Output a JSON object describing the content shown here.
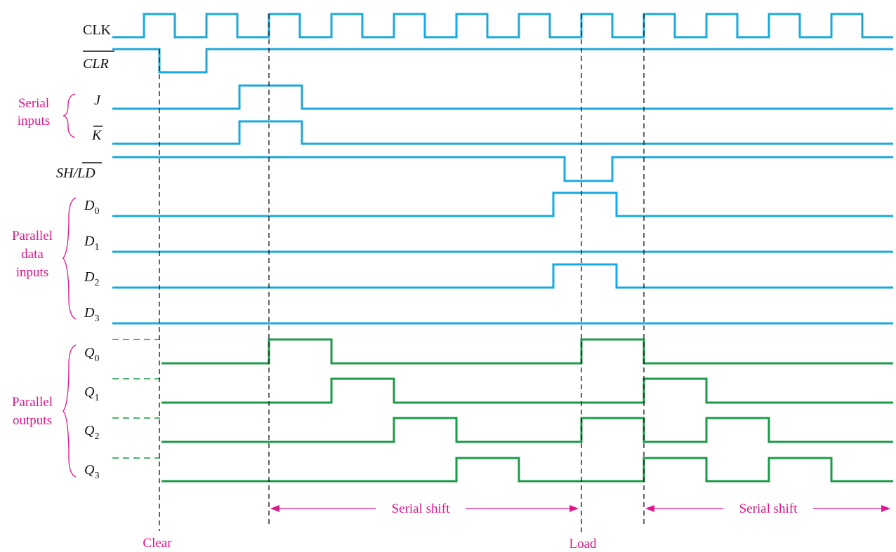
{
  "colors": {
    "input_wave": "#1aa9dc",
    "output_wave": "#1b9a47",
    "annotation": "#e0148c",
    "text": "#111111"
  },
  "signals": [
    {
      "key": "clk",
      "label": "CLK",
      "sub": "",
      "style": "plain"
    },
    {
      "key": "clr",
      "label": "CLR",
      "sub": "",
      "style": "overbar"
    },
    {
      "key": "j",
      "label": "J",
      "sub": "",
      "style": "italic"
    },
    {
      "key": "kbar",
      "label": "K",
      "sub": "",
      "style": "overbar"
    },
    {
      "key": "shld",
      "label_a": "SH/",
      "label_b": "LD",
      "style": "split-overbar"
    },
    {
      "key": "d0",
      "label": "D",
      "sub": "0",
      "style": "italic"
    },
    {
      "key": "d1",
      "label": "D",
      "sub": "1",
      "style": "italic"
    },
    {
      "key": "d2",
      "label": "D",
      "sub": "2",
      "style": "italic"
    },
    {
      "key": "d3",
      "label": "D",
      "sub": "3",
      "style": "italic"
    },
    {
      "key": "q0",
      "label": "Q",
      "sub": "0",
      "style": "italic"
    },
    {
      "key": "q1",
      "label": "Q",
      "sub": "1",
      "style": "italic"
    },
    {
      "key": "q2",
      "label": "Q",
      "sub": "2",
      "style": "italic"
    },
    {
      "key": "q3",
      "label": "Q",
      "sub": "3",
      "style": "italic"
    }
  ],
  "groups": {
    "serial_inputs": [
      "Serial",
      "inputs"
    ],
    "parallel_data_inputs": [
      "Parallel",
      "data",
      "inputs"
    ],
    "parallel_outputs": [
      "Parallel",
      "outputs"
    ]
  },
  "annotations": {
    "clear": "Clear",
    "load": "Load",
    "shift_1": "Serial shift",
    "shift_2": "Serial shift"
  }
}
